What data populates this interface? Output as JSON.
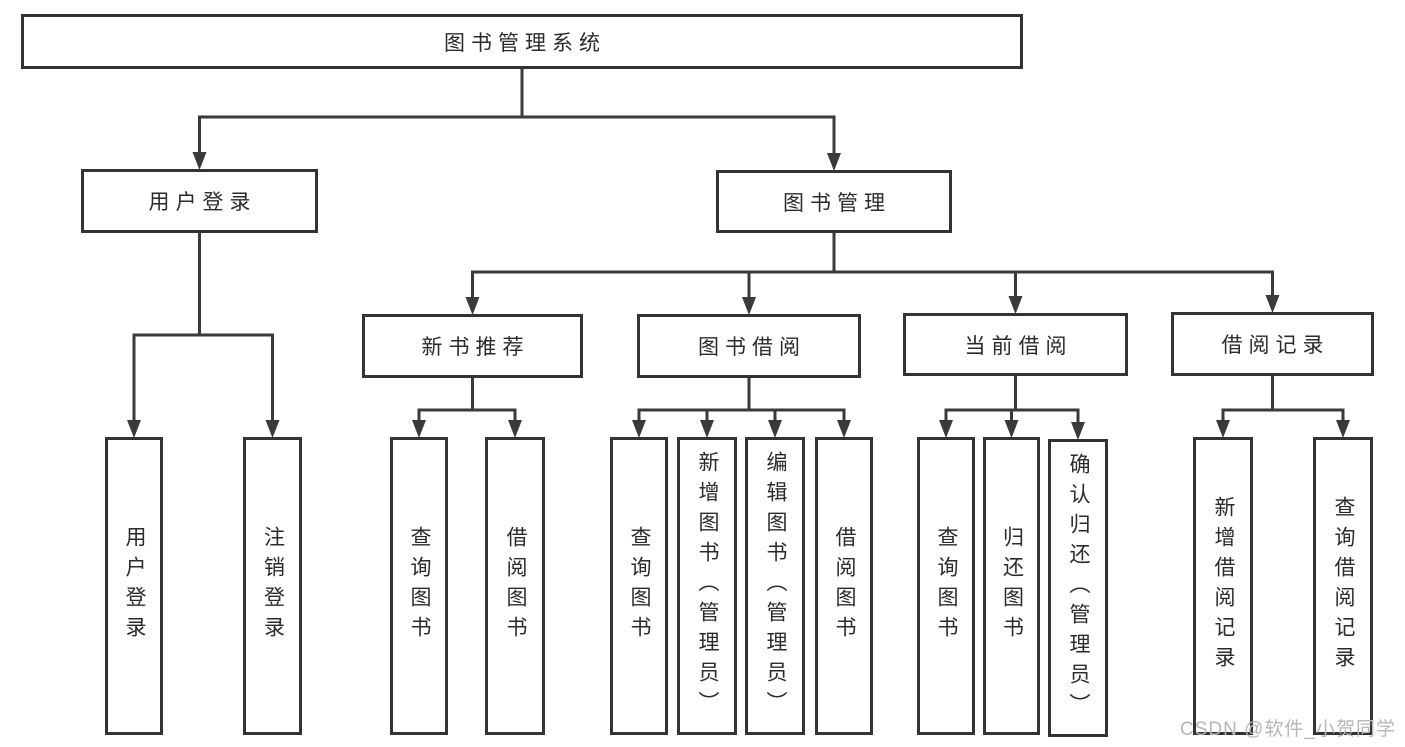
{
  "diagram": {
    "title": "图书管理系统",
    "line_color": "#3a3a3a",
    "box_border_color": "#333333",
    "text_color": "#2b2b2b",
    "nodes": [
      {
        "id": "root",
        "label": "图书管理系统",
        "parent": null,
        "orientation": "horizontal"
      },
      {
        "id": "user_login",
        "label": "用户登录",
        "parent": "root",
        "orientation": "horizontal"
      },
      {
        "id": "book_mgmt",
        "label": "图书管理",
        "parent": "root",
        "orientation": "horizontal"
      },
      {
        "id": "ul_login",
        "label": "用户登录",
        "parent": "user_login",
        "orientation": "vertical"
      },
      {
        "id": "ul_logout",
        "label": "注销登录",
        "parent": "user_login",
        "orientation": "vertical"
      },
      {
        "id": "new_book",
        "label": "新书推荐",
        "parent": "book_mgmt",
        "orientation": "horizontal"
      },
      {
        "id": "book_borrow",
        "label": "图书借阅",
        "parent": "book_mgmt",
        "orientation": "horizontal"
      },
      {
        "id": "current_borrow",
        "label": "当前借阅",
        "parent": "book_mgmt",
        "orientation": "horizontal"
      },
      {
        "id": "borrow_record",
        "label": "借阅记录",
        "parent": "book_mgmt",
        "orientation": "horizontal"
      },
      {
        "id": "nb_query",
        "label": "查询图书",
        "parent": "new_book",
        "orientation": "vertical"
      },
      {
        "id": "nb_borrow",
        "label": "借阅图书",
        "parent": "new_book",
        "orientation": "vertical"
      },
      {
        "id": "bb_query",
        "label": "查询图书",
        "parent": "book_borrow",
        "orientation": "vertical"
      },
      {
        "id": "bb_add",
        "label": "新增图书（管理员）",
        "parent": "book_borrow",
        "orientation": "vertical"
      },
      {
        "id": "bb_edit",
        "label": "编辑图书（管理员）",
        "parent": "book_borrow",
        "orientation": "vertical"
      },
      {
        "id": "bb_borrow",
        "label": "借阅图书",
        "parent": "book_borrow",
        "orientation": "vertical"
      },
      {
        "id": "cb_query",
        "label": "查询图书",
        "parent": "current_borrow",
        "orientation": "vertical"
      },
      {
        "id": "cb_return",
        "label": "归还图书",
        "parent": "current_borrow",
        "orientation": "vertical"
      },
      {
        "id": "cb_confirm",
        "label": "确认归还（管理员）",
        "parent": "current_borrow",
        "orientation": "vertical"
      },
      {
        "id": "br_add",
        "label": "新增借阅记录",
        "parent": "borrow_record",
        "orientation": "vertical"
      },
      {
        "id": "br_query",
        "label": "查询借阅记录",
        "parent": "borrow_record",
        "orientation": "vertical"
      }
    ]
  },
  "watermark": {
    "text": "CSDN @软件_小贺同学"
  }
}
